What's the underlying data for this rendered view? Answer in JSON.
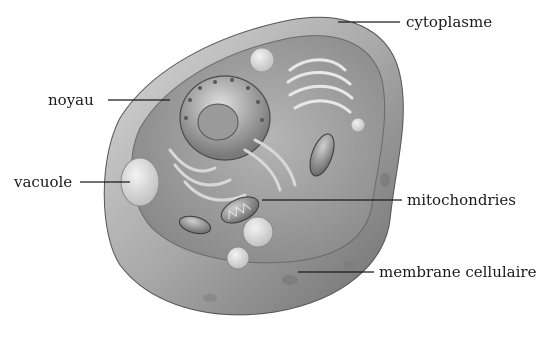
{
  "diagram": {
    "labels": {
      "cytoplasm": "cytoplasme",
      "nucleus": "noyau",
      "vacuole": "vacuole",
      "mitochondria": "mitochondries",
      "membrane": "membrane cellulaire"
    }
  }
}
